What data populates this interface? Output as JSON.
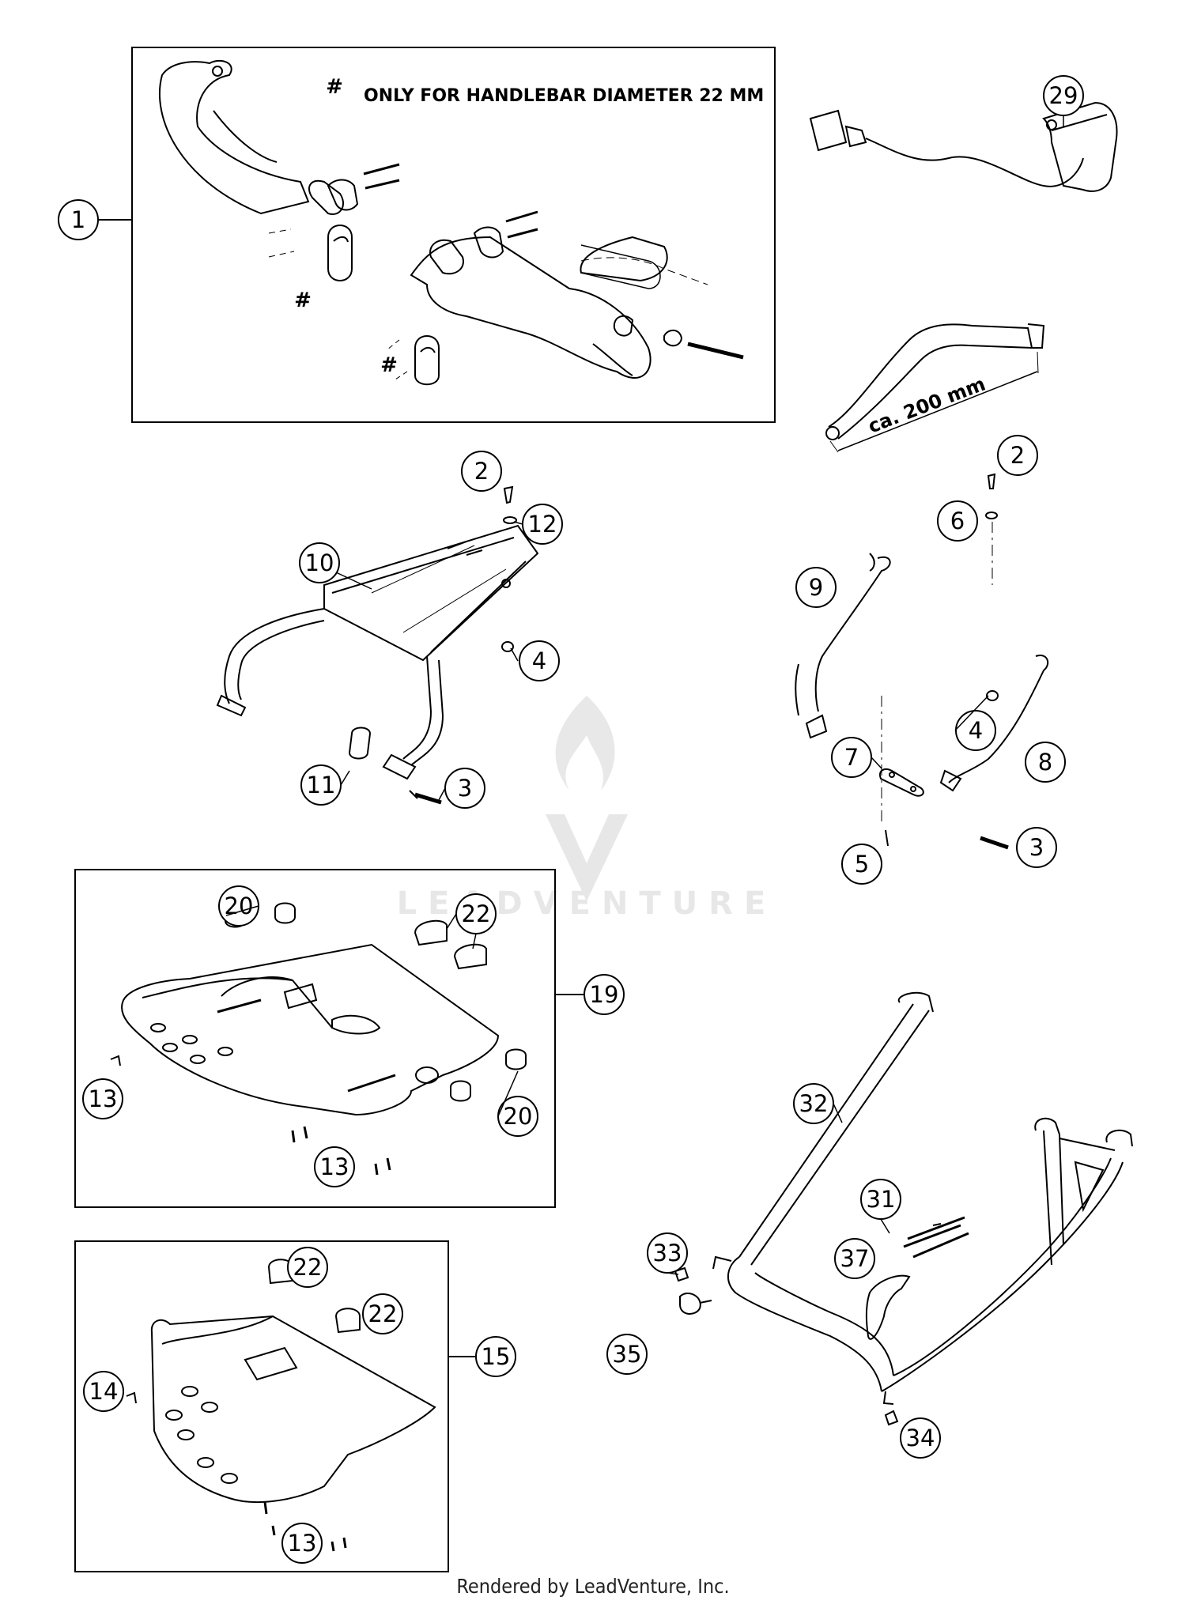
{
  "diagram": {
    "note": "ONLY FOR HANDLEBAR DIAMETER 22 MM",
    "note_marker": "#",
    "hash_marker": "#",
    "dimension": "ca. 200 mm",
    "watermark": "LEADVENTURE",
    "footer": "Rendered by LeadVenture, Inc."
  },
  "callouts": [
    {
      "id": "c1",
      "label": "1"
    },
    {
      "id": "c29",
      "label": "29"
    },
    {
      "id": "c2a",
      "label": "2"
    },
    {
      "id": "c12",
      "label": "12"
    },
    {
      "id": "c10",
      "label": "10"
    },
    {
      "id": "c4a",
      "label": "4"
    },
    {
      "id": "c11",
      "label": "11"
    },
    {
      "id": "c3a",
      "label": "3"
    },
    {
      "id": "c2b",
      "label": "2"
    },
    {
      "id": "c6",
      "label": "6"
    },
    {
      "id": "c9",
      "label": "9"
    },
    {
      "id": "c4b",
      "label": "4"
    },
    {
      "id": "c8",
      "label": "8"
    },
    {
      "id": "c7",
      "label": "7"
    },
    {
      "id": "c5",
      "label": "5"
    },
    {
      "id": "c3b",
      "label": "3"
    },
    {
      "id": "c20a",
      "label": "20"
    },
    {
      "id": "c22a",
      "label": "22"
    },
    {
      "id": "c19",
      "label": "19"
    },
    {
      "id": "c13a",
      "label": "13"
    },
    {
      "id": "c20b",
      "label": "20"
    },
    {
      "id": "c13b",
      "label": "13"
    },
    {
      "id": "c32",
      "label": "32"
    },
    {
      "id": "c31",
      "label": "31"
    },
    {
      "id": "c37",
      "label": "37"
    },
    {
      "id": "c33",
      "label": "33"
    },
    {
      "id": "c35",
      "label": "35"
    },
    {
      "id": "c34",
      "label": "34"
    },
    {
      "id": "c22b",
      "label": "22"
    },
    {
      "id": "c22c",
      "label": "22"
    },
    {
      "id": "c15",
      "label": "15"
    },
    {
      "id": "c14",
      "label": "14"
    },
    {
      "id": "c13c",
      "label": "13"
    }
  ]
}
